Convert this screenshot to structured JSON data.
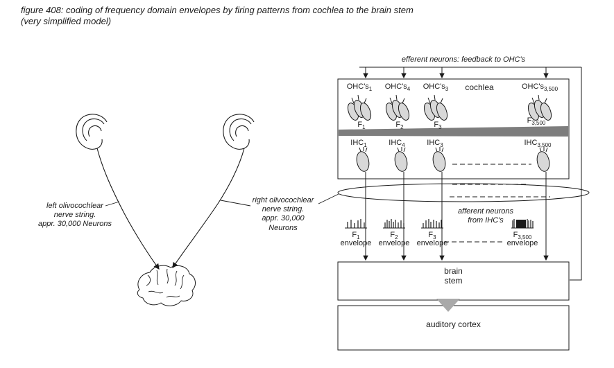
{
  "title": {
    "line1": "figure 408: coding of frequency domain envelopes by firing patterns from cochlea to the brain stem",
    "line2": "(very simplified model)"
  },
  "cochlea": {
    "box_label": "cochlea",
    "efferent_label": "efferent neurons: feedback to OHC's",
    "ohc_labels": [
      {
        "base": "OHC's",
        "sub": "1"
      },
      {
        "base": "OHC's",
        "sub": "4"
      },
      {
        "base": "OHC's",
        "sub": "3"
      },
      {
        "base": "OHC's",
        "sub": "3,500"
      }
    ],
    "frequency_labels": [
      {
        "base": "F",
        "sub": "1"
      },
      {
        "base": "F",
        "sub": "2"
      },
      {
        "base": "F",
        "sub": "3"
      },
      {
        "base": "F",
        "sub": "3,500"
      }
    ],
    "ihc_labels": [
      {
        "base": "IHC",
        "sub": "1"
      },
      {
        "base": "IHC",
        "sub": "4"
      },
      {
        "base": "IHC",
        "sub": "3"
      },
      {
        "base": "IHC",
        "sub": "3,500"
      }
    ]
  },
  "afferent_label": "afferent neurons\nfrom IHC's",
  "envelopes": [
    {
      "base": "F",
      "sub": "1",
      "caption": "envelope"
    },
    {
      "base": "F",
      "sub": "2",
      "caption": "envelope"
    },
    {
      "base": "F",
      "sub": "3",
      "caption": "envelope"
    },
    {
      "base": "F",
      "sub": "3,500",
      "caption": "envelope"
    }
  ],
  "nerves": {
    "left": "left olivocochlear\nnerve string.\nappr. 30,000 Neurons",
    "right": "right olivocochlear\nnerve string.\nappr. 30,000 Neurons"
  },
  "boxes": {
    "brain_stem": "brain\nstem",
    "auditory_cortex": "auditory cortex"
  },
  "colors": {
    "stroke": "#1a1a1a",
    "cell_fill": "#d8d8d8",
    "membrane_fill": "#7d7d7d",
    "arrow_triangle_fill": "#a9a9a9"
  }
}
